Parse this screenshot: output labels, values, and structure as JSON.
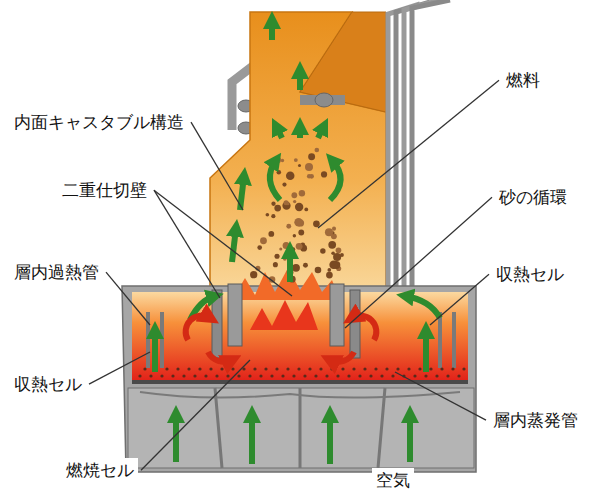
{
  "diagram": {
    "labels": [
      "内面キャスタブル構造",
      "燃料",
      "二重仕切壁",
      "砂の循環",
      "層内過熱管",
      "収熱セル",
      "収熱セル",
      "層内蒸発管",
      "燃焼セル",
      "空気"
    ]
  }
}
